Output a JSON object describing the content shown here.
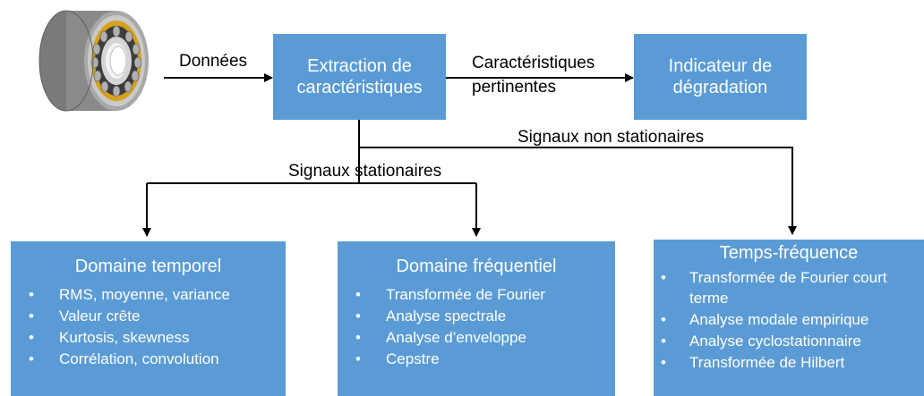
{
  "bearing": {
    "icon": "bearing-icon",
    "colors": {
      "metal": "#9a9a9a",
      "dark": "#3d3d3d",
      "cage": "#d6a21e"
    }
  },
  "edges": {
    "data_label": "Données",
    "pertinent_label_line1": "Caractéristiques",
    "pertinent_label_line2": "pertinentes",
    "non_stationary_label": "Signaux non stationaires",
    "stationary_label": "Signaux stationaires"
  },
  "boxes": {
    "extraction": {
      "line1": "Extraction de",
      "line2": "caractéristiques"
    },
    "indicator": {
      "line1": "Indicateur de",
      "line2": "dégradation"
    },
    "temporal": {
      "title": "Domaine temporel",
      "items": [
        "RMS, moyenne, variance",
        "Valeur crête",
        "Kurtosis, skewness",
        "Corrélation, convolution"
      ]
    },
    "frequency": {
      "title": "Domaine fréquentiel",
      "items": [
        "Transformée de Fourier",
        "Analyse spectrale",
        "Analyse d’enveloppe",
        "Cepstre"
      ]
    },
    "time_frequency": {
      "title": "Temps-fréquence",
      "items": [
        "Transformée de Fourier court terme",
        "Analyse modale empirique",
        "Analyse cyclostationnaire",
        "Transformée de Hilbert"
      ]
    }
  },
  "colors": {
    "box": "#5b9bd5",
    "box_text": "#ffffff",
    "line": "#000000"
  }
}
